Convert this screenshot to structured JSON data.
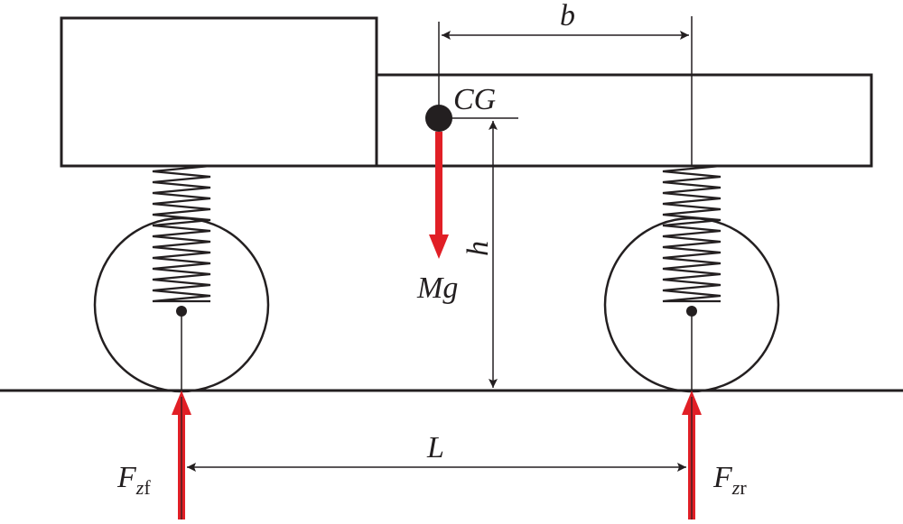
{
  "diagram": {
    "labels": {
      "b": "b",
      "cg": "CG",
      "h": "h",
      "mg": "Mg",
      "l": "L",
      "fzf_main": "F",
      "fzf_sub_z": "z",
      "fzf_sub_f": "f",
      "fzr_main": "F",
      "fzr_sub_z": "z",
      "fzr_sub_r": "r"
    },
    "colors": {
      "stroke": "#231f20",
      "force": "#e11f26",
      "background": "#ffffff"
    }
  }
}
